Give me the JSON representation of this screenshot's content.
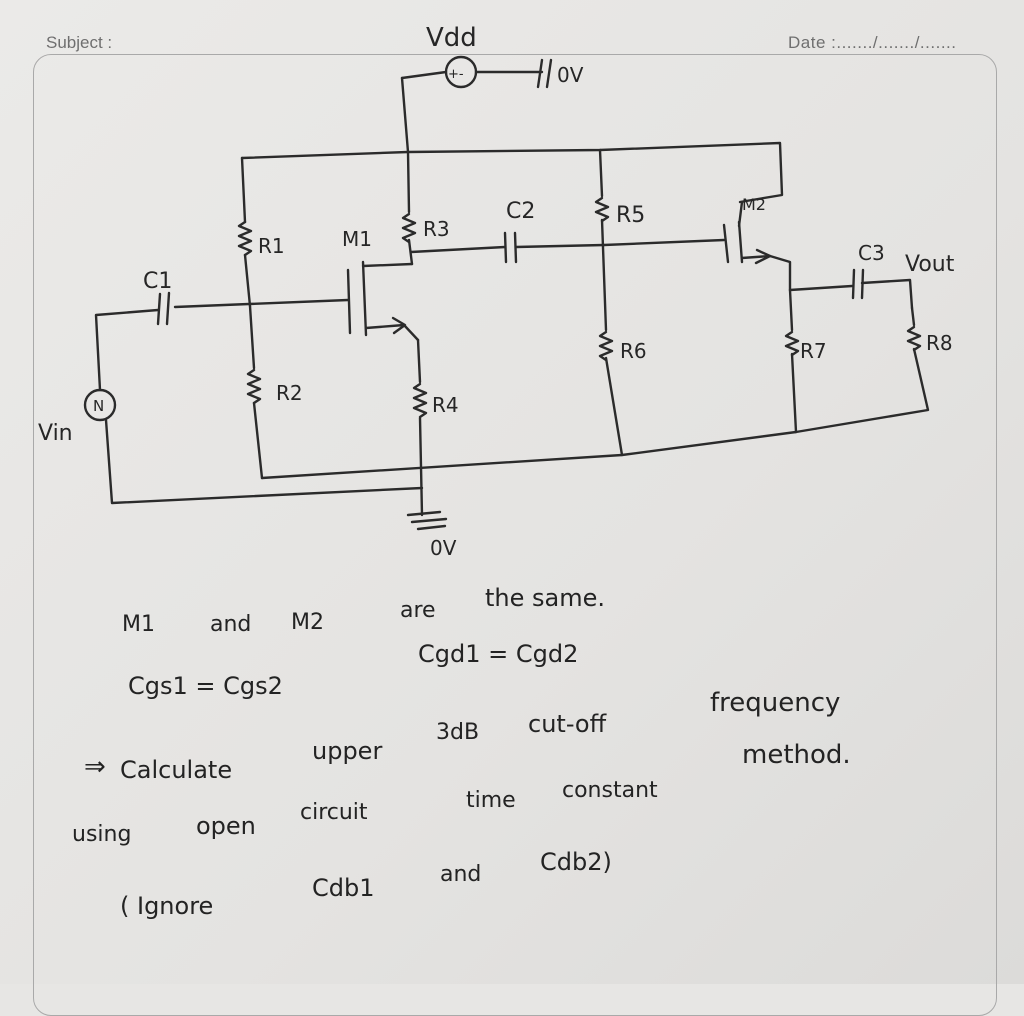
{
  "header": {
    "subject_label": "Subject :",
    "date_label": "Date :......./......./......."
  },
  "circuit": {
    "vdd": "Vdd",
    "source_symbol": "+-",
    "vdd_ground": "0V",
    "ground": "0V",
    "vin": "Vin",
    "vin_source": "N",
    "vout": "Vout",
    "c1": "C1",
    "c2": "C2",
    "c3": "C3",
    "m1": "M1",
    "m2": "M2",
    "r1": "R1",
    "r2": "R2",
    "r3": "R3",
    "r4": "R4",
    "r5": "R5",
    "r6": "R6",
    "r7": "R7",
    "r8": "R8"
  },
  "notes": {
    "line1_a": "M1",
    "line1_b": "and",
    "line1_c": "M2",
    "line1_d": "are",
    "line1_e": "the same.",
    "line2_a": "Cgd1 = Cgd2",
    "line3_a": "Cgs1 = Cgs2",
    "line4_arrow": "⇒",
    "line4_a": "Calculate",
    "line4_b": "upper",
    "line4_c": "3dB",
    "line4_d": "cut-off",
    "line4_e": "frequency",
    "line5_a": "using",
    "line5_b": "open",
    "line5_c": "circuit",
    "line5_d": "time",
    "line5_e": "constant",
    "line5_f": "method.",
    "line6_a": "( Ignore",
    "line6_b": "Cdb1",
    "line6_c": "and",
    "line6_d": "Cdb2)"
  }
}
